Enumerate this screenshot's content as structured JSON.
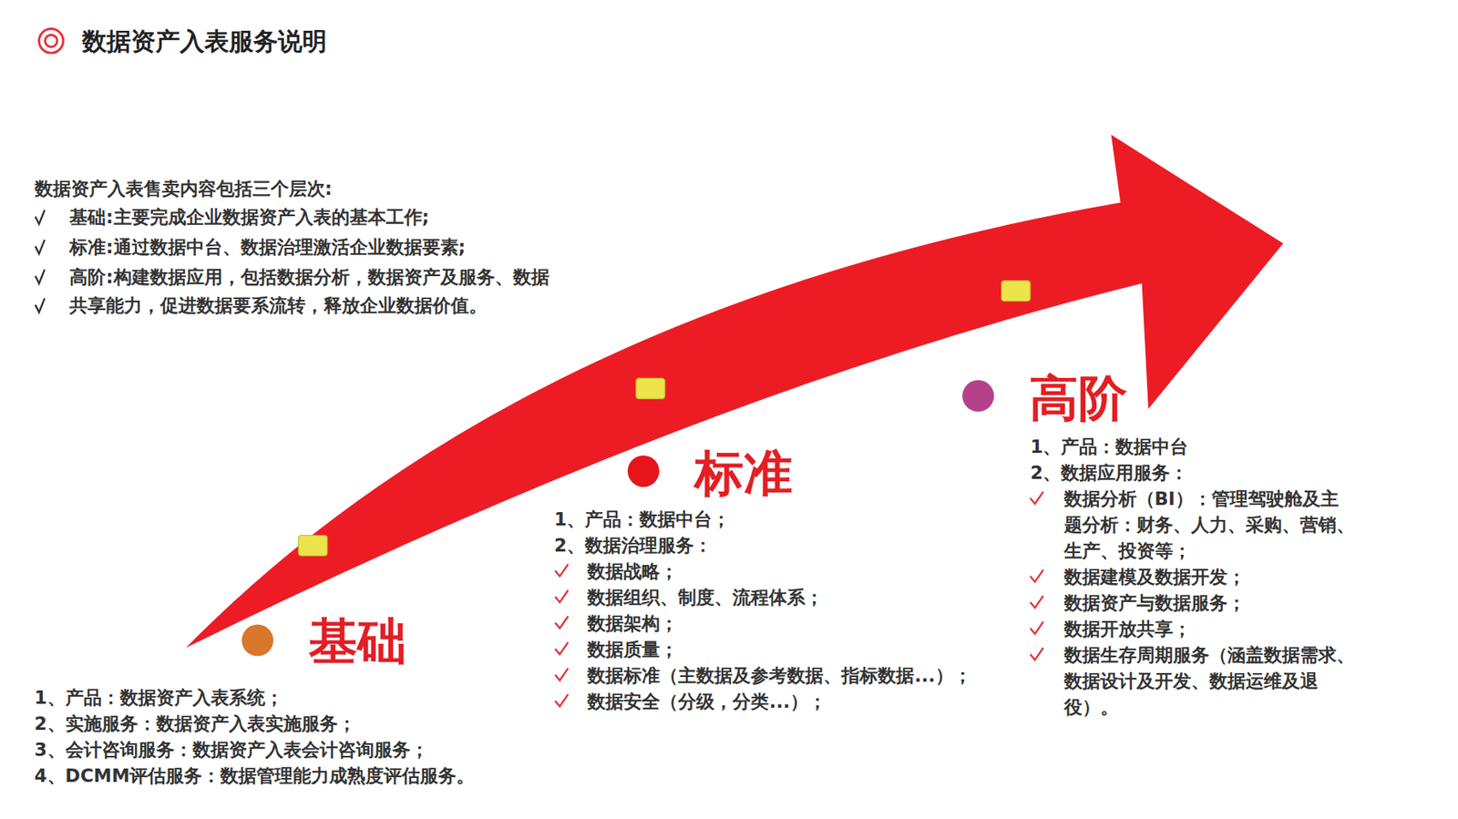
{
  "diagram": {
    "title": "数据资产入表服务说明",
    "labels": [
      "数据资产入表售卖内容包括三个层次:",
      "基础:主要完成企业数据资产入表的基本工作;",
      "标准:通过数据中台、数据治理激活企业数据要素;",
      "高阶:构建数据应用，包括数据分析，数据资产及服务、数据",
      "共享能力，促进数据要系流转，释放企业数据价值。",
      "基础",
      "1、产品：数据资产入表系统；",
      "2、实施服务：数据资产入表实施服务；",
      "3、会计咨询服务：数据资产入表会计咨询服务；",
      "4、DCMM评估服务：数据管理能力成熟度评估服务。",
      "标准",
      "1、产品：数据中台；",
      "2、数据治理服务：",
      "数据战略；",
      "数据组织、制度、流程体系；",
      "数据架构；",
      "数据质量；",
      "数据标准（主数据及参考数据、指标数据...）；",
      "数据安全（分级，分类...）；",
      "高阶",
      "1、产品：数据中台",
      "2、数据应用服务：",
      "数据分析（BI）：管理驾驶舱及主 题分析：财务、人力、采购、营销、 生产、投资等；",
      "数据建模及数据开发；",
      "数据资产与数据服务；",
      "数据开放共享；",
      "数据生存周期服务（涵盖数据需求、 数据设计及开发、数据运维及退 役）。"
    ]
  }
}
